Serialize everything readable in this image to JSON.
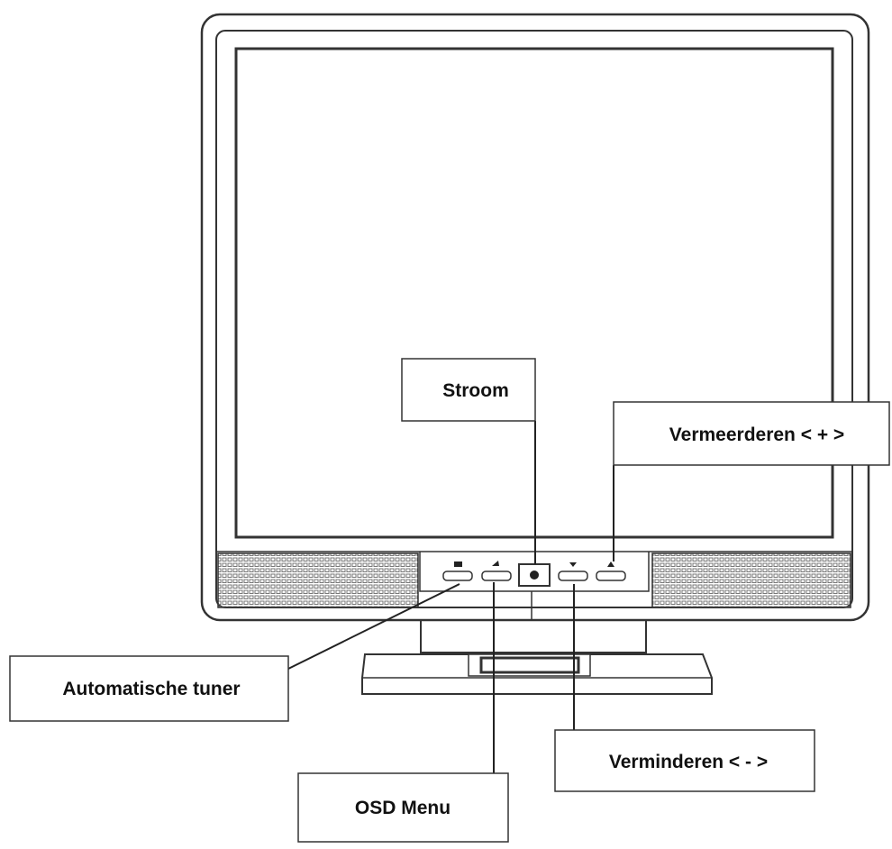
{
  "callouts": {
    "power": "Stroom",
    "increase": "Vermeerderen < + >",
    "auto_tuner": "Automatische  tuner",
    "osd_menu": "OSD Menu",
    "decrease": "Verminderen < - >"
  },
  "colors": {
    "line": "#333333",
    "speaker_grille": "#777777",
    "background": "#ffffff"
  },
  "icons": [
    "auto-tuner-icon",
    "osd-menu-icon",
    "power-icon",
    "down-arrow-icon",
    "up-arrow-icon"
  ]
}
